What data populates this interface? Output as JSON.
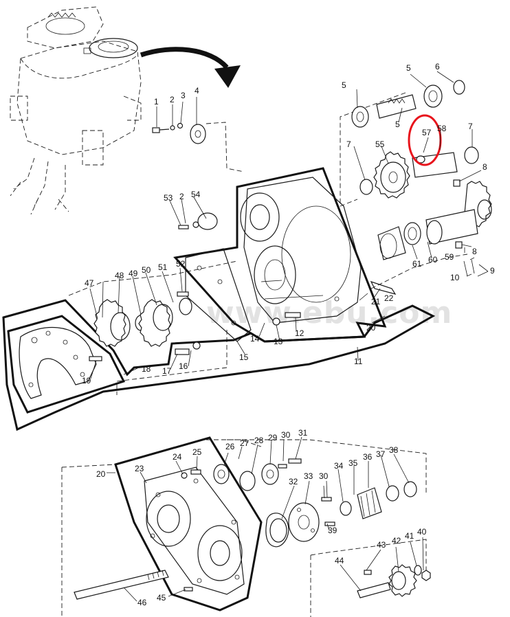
{
  "watermark": "www.ebu.com",
  "highlight_color": "#e8141c",
  "callouts": [
    "1",
    "2",
    "3",
    "4",
    "5",
    "5",
    "6",
    "5",
    "57",
    "58",
    "7",
    "7",
    "55",
    "8",
    "53",
    "2",
    "54",
    "8",
    "59",
    "61",
    "60",
    "9",
    "10",
    "52",
    "51",
    "50",
    "49",
    "48",
    "47",
    "21",
    "22",
    "20",
    "14",
    "13",
    "12",
    "15",
    "16",
    "17",
    "18",
    "19",
    "11",
    "26",
    "27",
    "28",
    "29",
    "30",
    "31",
    "24",
    "25",
    "20",
    "23",
    "36",
    "37",
    "38",
    "34",
    "35",
    "33",
    "32",
    "30",
    "39",
    "43",
    "42",
    "41",
    "40",
    "44",
    "46",
    "45"
  ]
}
